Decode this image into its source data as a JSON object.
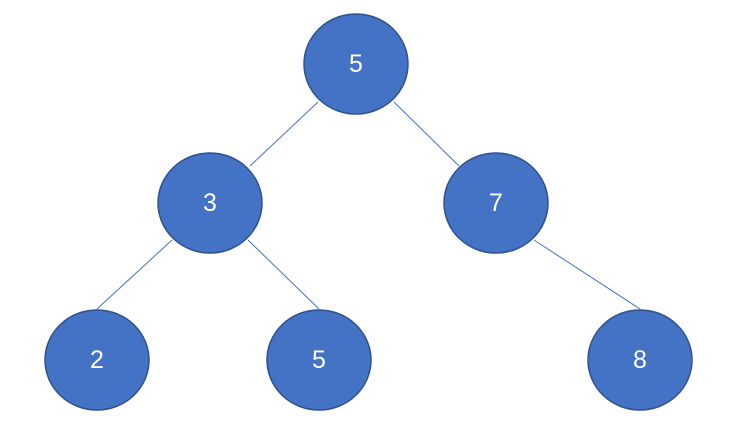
{
  "colors": {
    "node_fill": "#4472c4",
    "node_stroke": "#2f528f",
    "edge": "#4472c4",
    "label": "#ffffff",
    "background": "#ffffff"
  },
  "tree": {
    "nodes": [
      {
        "id": "n-root",
        "label": "5"
      },
      {
        "id": "n-left",
        "label": "3"
      },
      {
        "id": "n-right",
        "label": "7"
      },
      {
        "id": "n-left-left",
        "label": "2"
      },
      {
        "id": "n-left-right",
        "label": "5"
      },
      {
        "id": "n-right-right",
        "label": "8"
      }
    ],
    "edges": [
      {
        "from": "n-root",
        "to": "n-left"
      },
      {
        "from": "n-root",
        "to": "n-right"
      },
      {
        "from": "n-left",
        "to": "n-left-left"
      },
      {
        "from": "n-left",
        "to": "n-left-right"
      },
      {
        "from": "n-right",
        "to": "n-right-right"
      }
    ]
  }
}
